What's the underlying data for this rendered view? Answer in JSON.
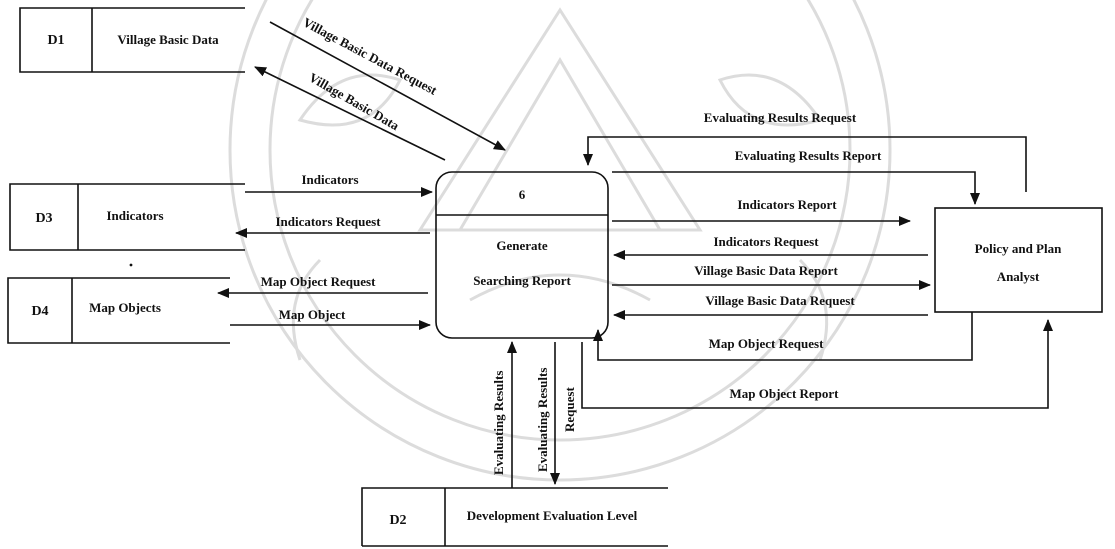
{
  "stores": {
    "d1": {
      "id": "D1",
      "name": "Village Basic Data"
    },
    "d3": {
      "id": "D3",
      "name": "Indicators"
    },
    "d4": {
      "id": "D4",
      "name": "Map Objects"
    },
    "d2": {
      "id": "D2",
      "name": "Development Evaluation Level"
    }
  },
  "process": {
    "number": "6",
    "name_line1": "Generate",
    "name_line2": "Searching Report"
  },
  "entity": {
    "name_line1": "Policy and Plan",
    "name_line2": "Analyst"
  },
  "flows": {
    "village_basic_data_request": "Village Basic Data Request",
    "village_basic_data": "Village Basic Data",
    "indicators": "Indicators",
    "indicators_request": "Indicators  Request",
    "map_object_request": "Map Object Request",
    "map_object": "Map Object",
    "evaluating_results": "Evaluating Results",
    "evaluating_results_request_line1": "Evaluating Results",
    "evaluating_results_request_line2": "Request",
    "evaluating_results_request_entity": "Evaluating Results  Request",
    "evaluating_results_report": "Evaluating Results Report",
    "indicators_report": "Indicators Report",
    "indicators_request_entity": "Indicators Request",
    "village_basic_data_report": "Village Basic Data Report",
    "village_basic_data_request_entity": "Village Basic Data Request",
    "map_object_request_entity": "Map Object  Request",
    "map_object_report": "Map Object Report"
  },
  "colors": {
    "ink": "#111111",
    "watermark": "#d9d9d9"
  }
}
